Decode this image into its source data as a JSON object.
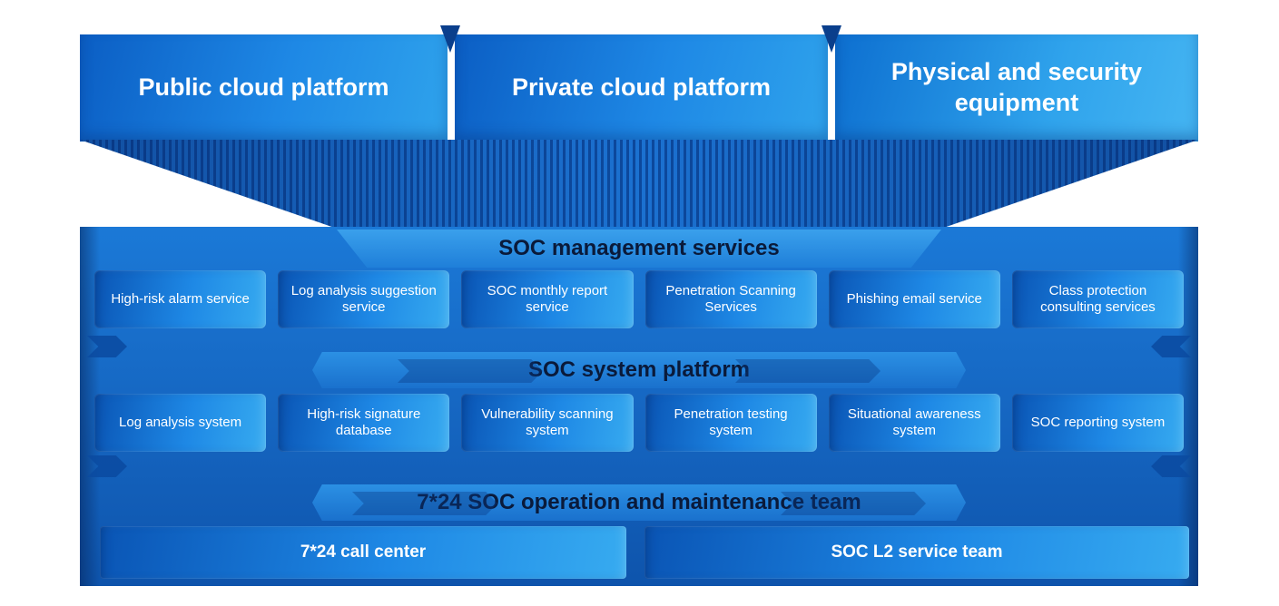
{
  "top_platforms": [
    {
      "label": "Public cloud platform"
    },
    {
      "label": "Private cloud platform"
    },
    {
      "label": "Physical and security equipment"
    }
  ],
  "sections": {
    "management": {
      "title": "SOC management services",
      "items": [
        "High-risk alarm service",
        "Log analysis suggestion service",
        "SOC monthly report service",
        "Penetration Scanning Services",
        "Phishing email service",
        "Class protection consulting services"
      ]
    },
    "system_platform": {
      "title": "SOC system platform",
      "items": [
        "Log analysis system",
        "High-risk signature database",
        "Vulnerability scanning system",
        "Penetration testing system",
        "Situational awareness system",
        "SOC reporting system"
      ]
    },
    "operation_team": {
      "title": "7*24 SOC operation and maintenance team",
      "items": [
        "7*24 call center",
        "SOC L2 service team"
      ]
    }
  },
  "palette": {
    "bright_blue": "#2196e8",
    "deep_blue": "#0a3f8c",
    "panel_blue": "#1565c0",
    "title_text": "#0a1a3a",
    "box_text": "#ffffff"
  }
}
